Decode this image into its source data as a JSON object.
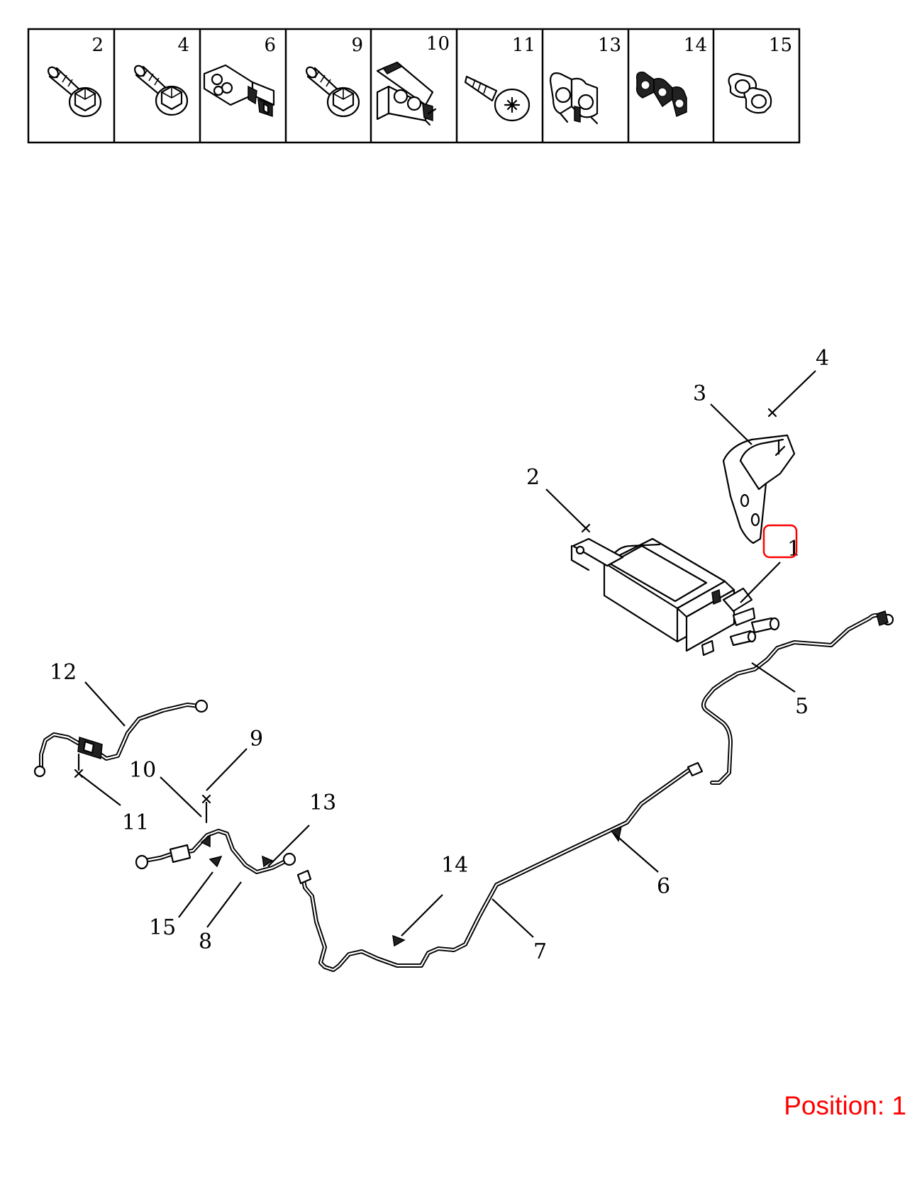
{
  "parts_table": [
    {
      "number": "2",
      "icon": "flange-bolt-icon"
    },
    {
      "number": "4",
      "icon": "flange-bolt-icon"
    },
    {
      "number": "6",
      "icon": "pipe-clip-icon"
    },
    {
      "number": "9",
      "icon": "flange-bolt-icon"
    },
    {
      "number": "10",
      "icon": "pipe-clip-icon"
    },
    {
      "number": "11",
      "icon": "screw-icon"
    },
    {
      "number": "13",
      "icon": "double-clip-icon"
    },
    {
      "number": "14",
      "icon": "triple-clip-icon"
    },
    {
      "number": "15",
      "icon": "double-clip-icon"
    }
  ],
  "callouts": {
    "c1": "1",
    "c2": "2",
    "c3": "3",
    "c4": "4",
    "c5": "5",
    "c6": "6",
    "c7": "7",
    "c8": "8",
    "c9": "9",
    "c10": "10",
    "c11": "11",
    "c12": "12",
    "c13": "13",
    "c14": "14",
    "c15": "15"
  },
  "highlight": {
    "callout": "1",
    "color": "#ff0000"
  },
  "position_label": "Position: 1"
}
